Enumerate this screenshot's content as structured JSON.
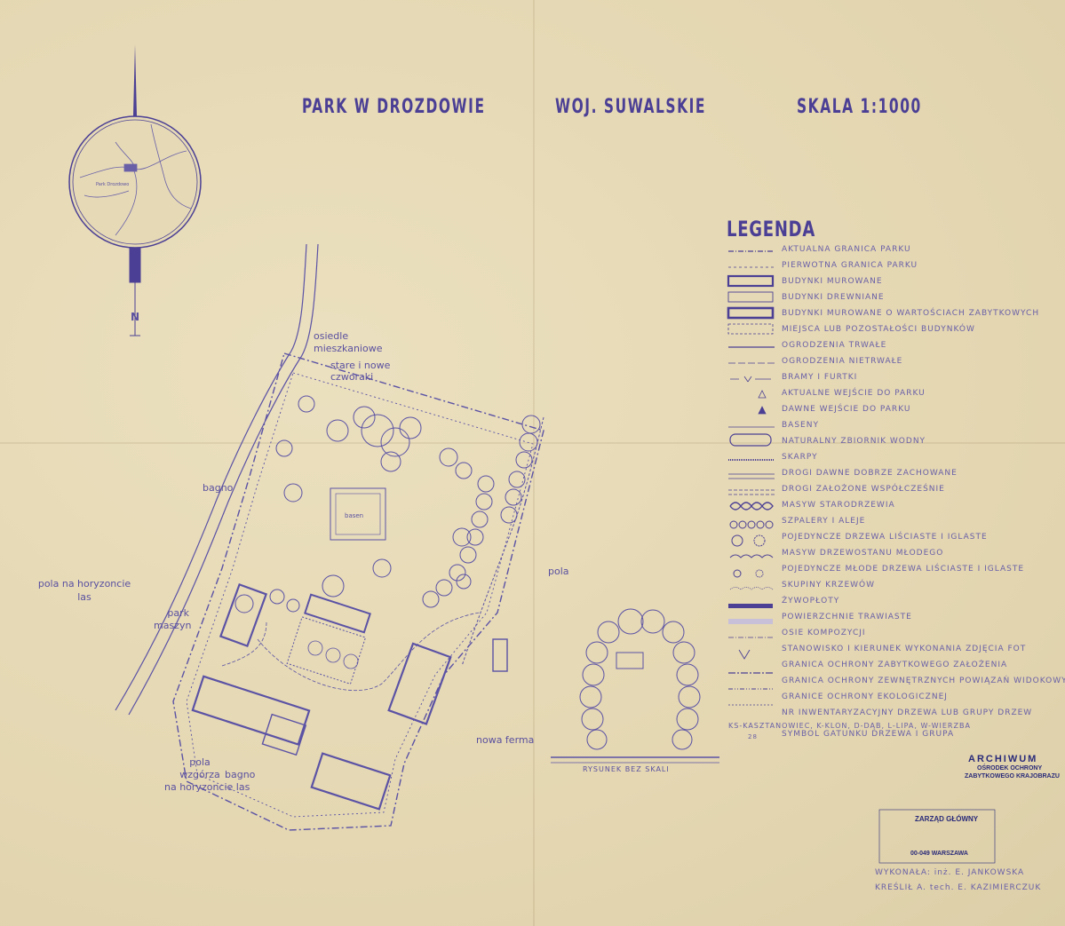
{
  "title": {
    "park": "PARK W DROZDOWIE",
    "region": "WOJ. SUWALSKIE",
    "scale": "SKALA 1:1000"
  },
  "north_label": "N",
  "inset_label": "Park Drozdowo",
  "legend": {
    "title": "LEGENDA",
    "items": [
      "AKTUALNA GRANICA PARKU",
      "PIERWOTNA GRANICA PARKU",
      "BUDYNKI MUROWANE",
      "BUDYNKI DREWNIANE",
      "BUDYNKI MUROWANE O WARTOŚCIACH ZABYTKOWYCH",
      "MIEJSCA LUB POZOSTAŁOŚCI BUDYNKÓW",
      "OGRODZENIA TRWAŁE",
      "OGRODZENIA NIETRWAŁE",
      "BRAMY I FURTKI",
      "AKTUALNE WEJŚCIE DO PARKU",
      "DAWNE WEJŚCIE DO PARKU",
      "BASENY",
      "NATURALNY ZBIORNIK WODNY",
      "SKARPY",
      "DROGI DAWNE DOBRZE ZACHOWANE",
      "DROGI ZAŁOŻONE WSPÓŁCZEŚNIE",
      "MASYW STARODRZEWIA",
      "SZPALERY I ALEJE",
      "POJEDYNCZE DRZEWA LIŚCIASTE I IGLASTE",
      "MASYW DRZEWOSTANU MŁODEGO",
      "POJEDYNCZE MŁODE DRZEWA LIŚCIASTE I IGLASTE",
      "SKUPINY KRZEWÓW",
      "ŻYWOPŁOTY",
      "POWIERZCHNIE TRAWIASTE",
      "OSIE KOMPOZYCJI",
      "STANOWISKO I KIERUNEK WYKONANIA ZDJĘCIA FOT",
      "GRANICA OCHRONY ZABYTKOWEGO ZAŁOŻENIA",
      "GRANICA OCHRONY ZEWNĘTRZNYCH POWIĄZAŃ WIDOKOWYCH",
      "GRANICE OCHRONY EKOLOGICZNEJ",
      "NR INWENTARYZACYJNY DRZEWA LUB GRUPY DRZEW",
      "SYMBOL GATUNKU DRZEWA I GRUPA"
    ],
    "species_key": "Ks-KASZTANOWIEC, K-KLON, D-DĄB, L-LIPA, W-WIERZBA",
    "inventory_number_example": "28"
  },
  "map_labels": {
    "osiedle": "osiedle mieszkaniowe",
    "czworaki": "stare i nowe czworaki",
    "bagno_top": "bagno",
    "pola_las": "pola na horyzoncie las",
    "park_maszyn": "park maszyn",
    "pola_right": "pola",
    "nowa_ferma": "nowa ferma",
    "pola_wzgorza": "pola wzgórza",
    "bagno_bottom": "bagno",
    "las_bottom": "na horyzoncie las",
    "basen": "basen",
    "rysunek": "RYSUNEK BEZ SKALI"
  },
  "stamps": {
    "archiwum_title": "ARCHIWUM",
    "archiwum_l1": "OŚRODEK OCHRONY",
    "archiwum_l2": "ZABYTKOWEGO KRAJOBRAZU",
    "zarzad": "ZARZĄD GŁÓWNY",
    "warszawa": "00-049 WARSZAWA"
  },
  "credits": {
    "wykonala": "WYKONAŁA: inż. E. JANKOWSKA",
    "kreslil": "KREŚLIŁ A. tech. E. KAZIMIERCZUK"
  },
  "colors": {
    "ink": "#4b3f95",
    "paper": "#e8dcb8"
  }
}
